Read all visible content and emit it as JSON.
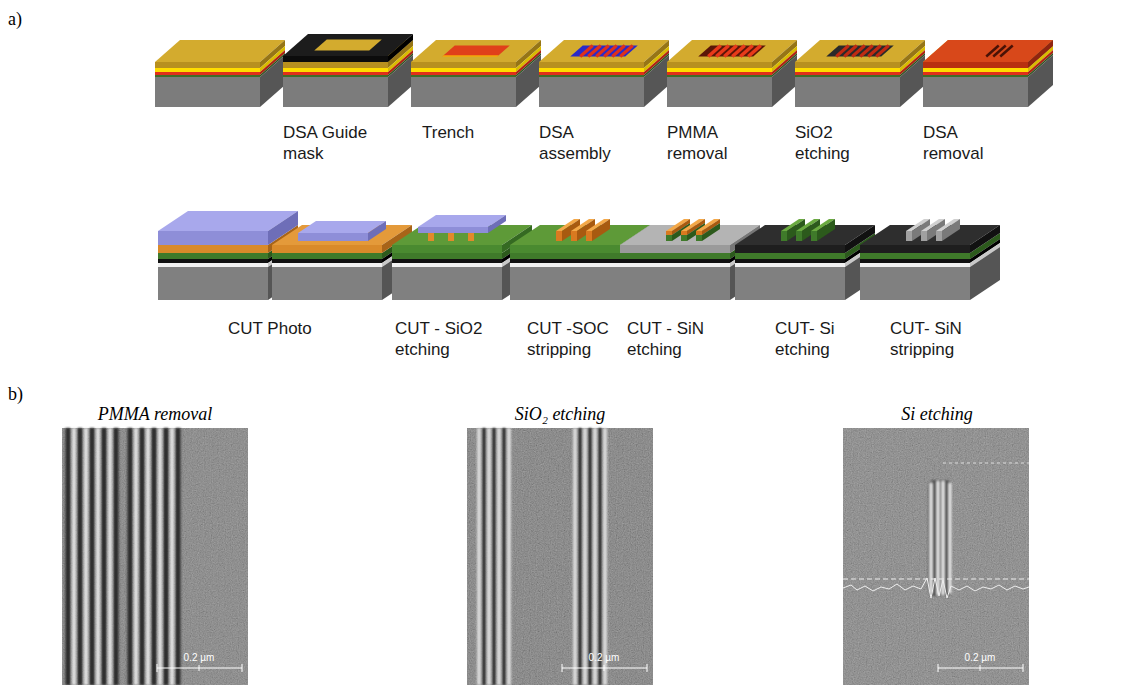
{
  "diagram": {
    "labels": [
      "a)",
      "DSA Guide mask",
      "Trench",
      "DSA assembly",
      "PMMA removal",
      "SiO2 etching",
      "DSA removal",
      "CUT Photo",
      "CUT - SiO2 etching",
      "CUT -SOC stripping",
      "CUT - SiN etching",
      "CUT- Si etching",
      "CUT- SiN stripping",
      "b)",
      "PMMA removal",
      "SiO₂ etching",
      "Si etching",
      "0.2 µm",
      "0.2 µm",
      "0.2 µm"
    ]
  }
}
